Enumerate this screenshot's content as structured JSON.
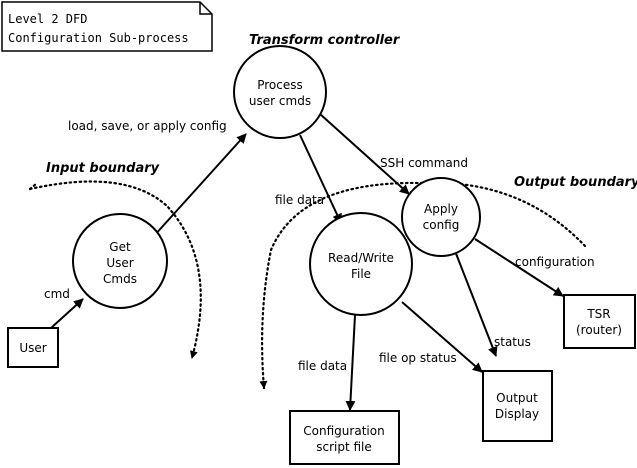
{
  "note": {
    "lines": [
      "Level 2 DFD",
      "Configuration Sub-process"
    ]
  },
  "boundaries": {
    "transform": "Transform controller",
    "input": "Input boundary",
    "output": "Output boundary"
  },
  "processes": {
    "process_user_cmds": {
      "lines": [
        "Process",
        "user cmds"
      ]
    },
    "get_user_cmds": {
      "lines": [
        "Get",
        "User",
        "Cmds"
      ]
    },
    "read_write_file": {
      "lines": [
        "Read/Write",
        "File"
      ]
    },
    "apply_config": {
      "lines": [
        "Apply",
        "config"
      ]
    }
  },
  "entities": {
    "user": {
      "lines": [
        "User"
      ]
    },
    "tsr": {
      "lines": [
        "TSR",
        "(router)"
      ]
    },
    "output_display": {
      "lines": [
        "Output",
        "Display"
      ]
    },
    "config_script": {
      "lines": [
        "Configuration",
        "script file"
      ]
    }
  },
  "flows": {
    "load_save_apply": "load, save, or apply config",
    "cmd": "cmd",
    "ssh_command": "SSH command",
    "file_data_1": "file data",
    "file_data_2": "file data",
    "configuration": "configuration",
    "file_op_status": "file op status",
    "status": "status"
  }
}
